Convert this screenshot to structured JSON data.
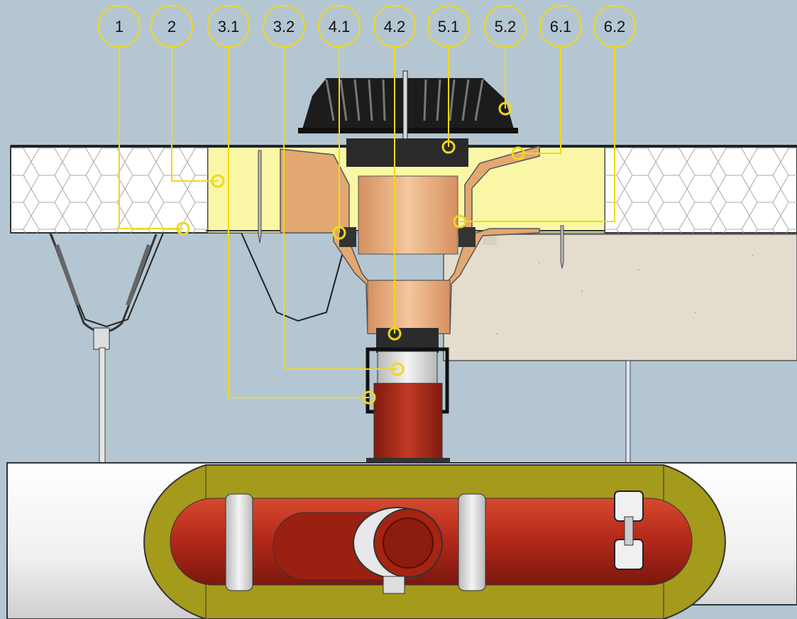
{
  "labels": [
    {
      "id": "1",
      "text": "1"
    },
    {
      "id": "2",
      "text": "2"
    },
    {
      "id": "3.1",
      "text": "3.1"
    },
    {
      "id": "3.2",
      "text": "3.2"
    },
    {
      "id": "4.1",
      "text": "4.1"
    },
    {
      "id": "4.2",
      "text": "4.2"
    },
    {
      "id": "5.1",
      "text": "5.1"
    },
    {
      "id": "5.2",
      "text": "5.2"
    },
    {
      "id": "6.1",
      "text": "6.1"
    },
    {
      "id": "6.2",
      "text": "6.2"
    }
  ],
  "colors": {
    "background": "#b4c6d2",
    "callout": "#f0d818",
    "insulation_board": "#ffffff",
    "insulation_yellow": "#f9f7a6",
    "drain_body": "#e2a872",
    "pipe_red": "#b52a1a",
    "mineral_wool": "#a49a1c",
    "concrete": "#e4dccd",
    "grate": "#1c1c1c"
  }
}
